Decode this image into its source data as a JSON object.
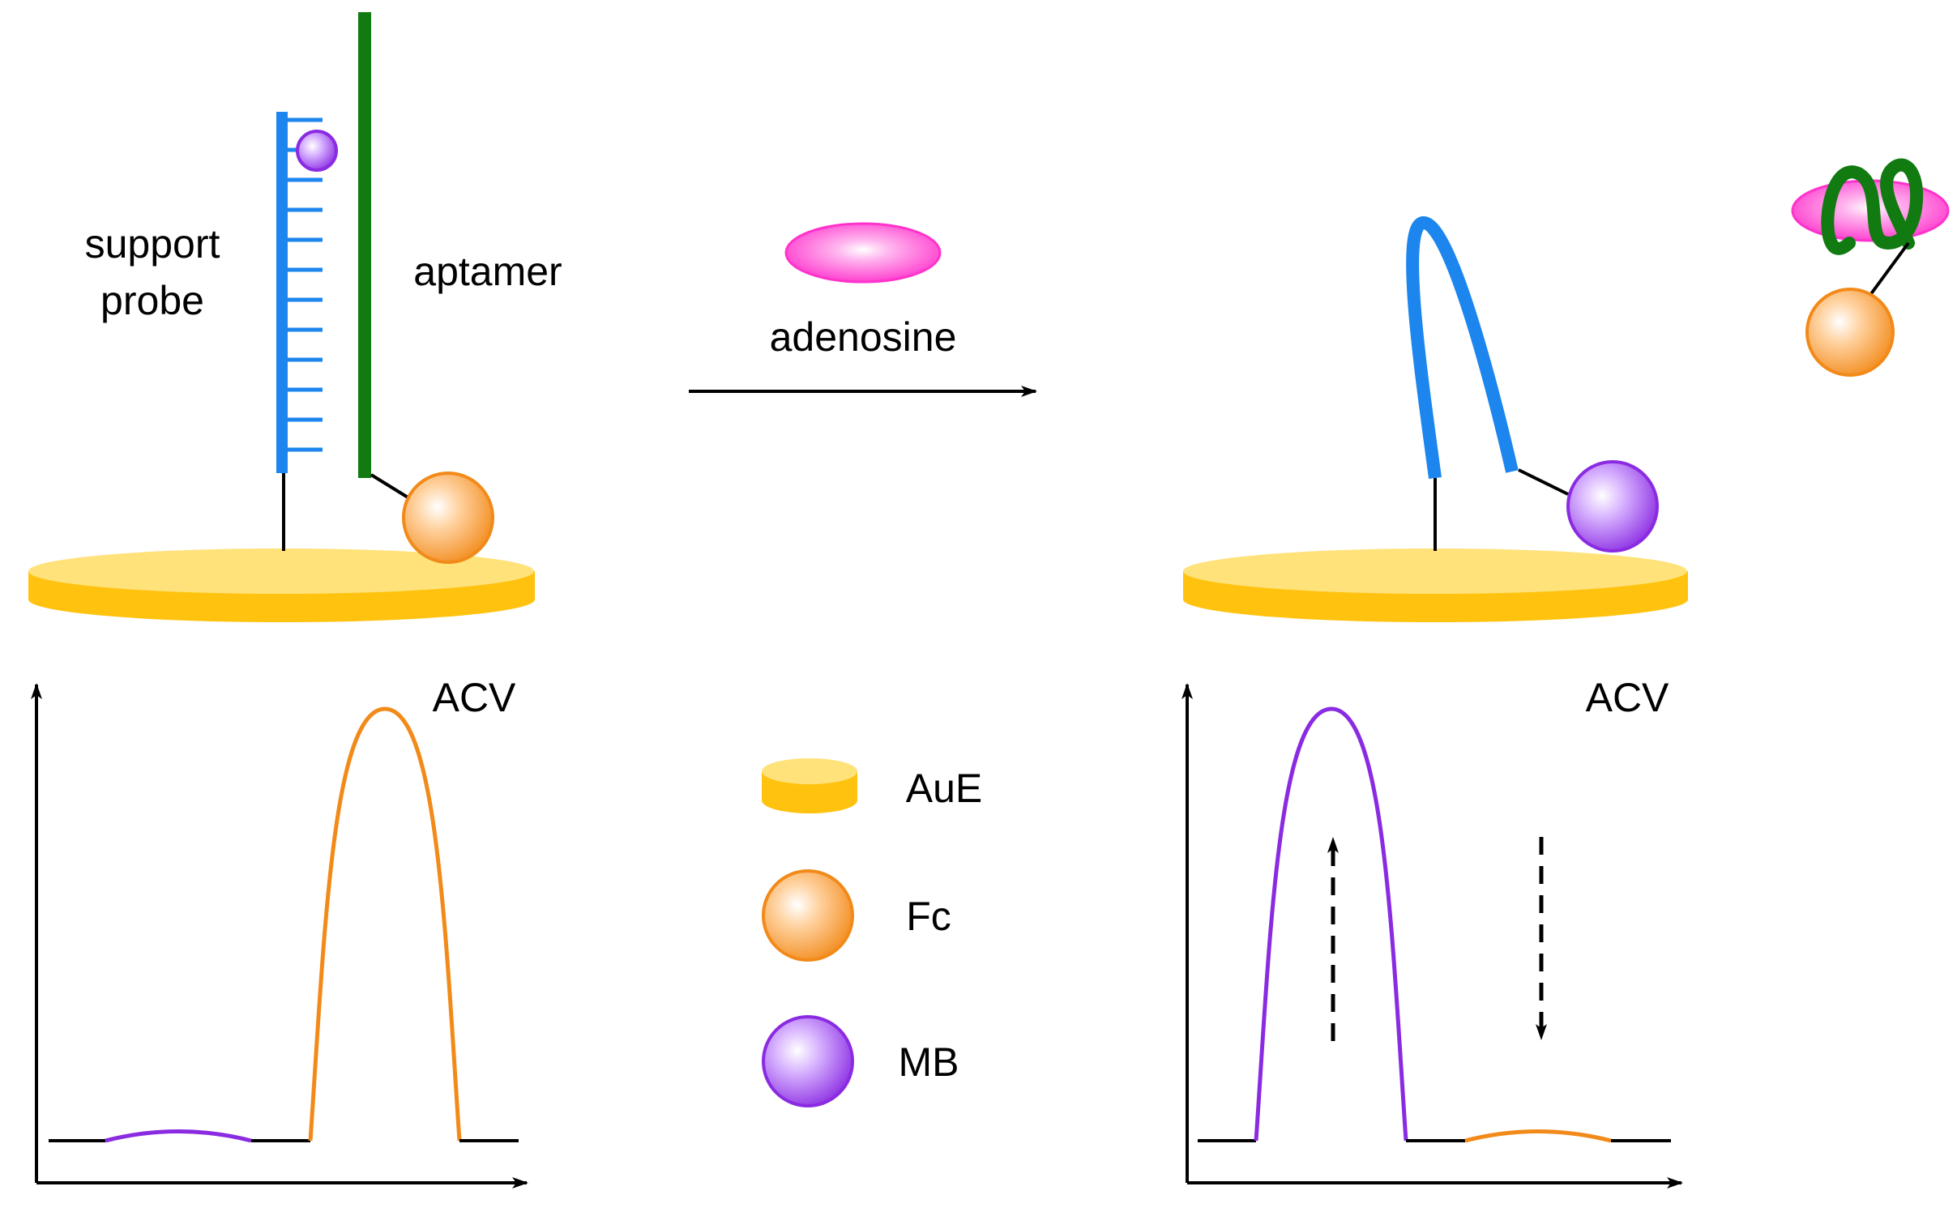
{
  "labels": {
    "support_probe_line1": "support",
    "support_probe_line2": "probe",
    "aptamer": "aptamer",
    "adenosine": "adenosine",
    "acv_left": "ACV",
    "acv_right": "ACV"
  },
  "legend": {
    "items": [
      {
        "key": "aue",
        "label": "AuE",
        "icon": "gold-electrode-disc-icon"
      },
      {
        "key": "fc",
        "label": "Fc",
        "icon": "orange-sphere-icon"
      },
      {
        "key": "mb",
        "label": "MB",
        "icon": "violet-sphere-icon"
      }
    ]
  },
  "colors": {
    "electrode_top": "#FFE27A",
    "electrode_side": "#FFC20E",
    "support_probe": "#1C86EE",
    "aptamer": "#117A11",
    "fc_sphere": "#F28A1A",
    "mb_sphere": "#8A2BE2",
    "adenosine": "#FF33CC",
    "fc_peak": "#F28A1A",
    "mb_peak": "#8A2BE2",
    "axis": "#000000"
  }
}
